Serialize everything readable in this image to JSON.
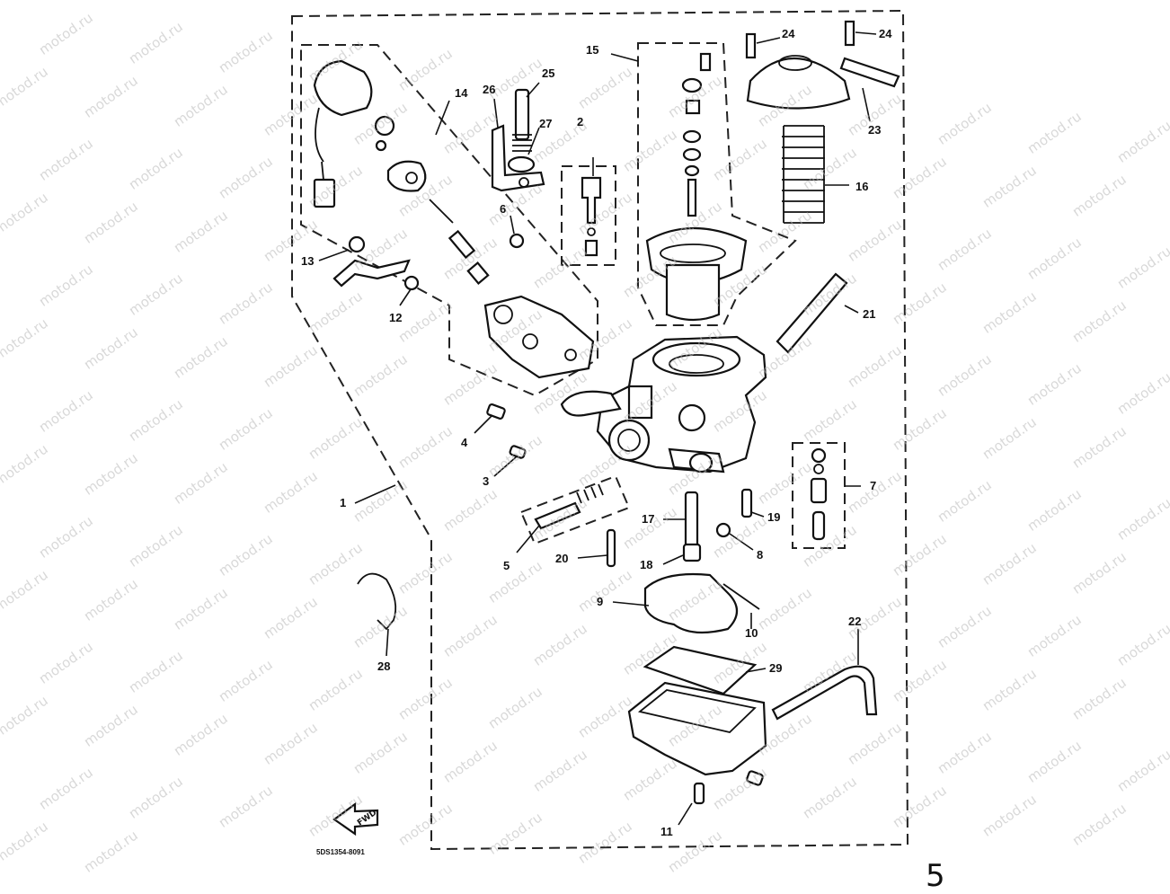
{
  "watermark": "motod.ru",
  "code_label": "5DS1354-8091",
  "fwd_label": "FWD",
  "corner_mark": "5",
  "callouts": [
    {
      "id": "1",
      "text": "1"
    },
    {
      "id": "2",
      "text": "2"
    },
    {
      "id": "3",
      "text": "3"
    },
    {
      "id": "4",
      "text": "4"
    },
    {
      "id": "5",
      "text": "5"
    },
    {
      "id": "6",
      "text": "6"
    },
    {
      "id": "7",
      "text": "7"
    },
    {
      "id": "8",
      "text": "8"
    },
    {
      "id": "9",
      "text": "9"
    },
    {
      "id": "10",
      "text": "10"
    },
    {
      "id": "11",
      "text": "11"
    },
    {
      "id": "12",
      "text": "12"
    },
    {
      "id": "13",
      "text": "13"
    },
    {
      "id": "14",
      "text": "14"
    },
    {
      "id": "15",
      "text": "15"
    },
    {
      "id": "16",
      "text": "16"
    },
    {
      "id": "17",
      "text": "17"
    },
    {
      "id": "18",
      "text": "18"
    },
    {
      "id": "19",
      "text": "19"
    },
    {
      "id": "20",
      "text": "20"
    },
    {
      "id": "21",
      "text": "21"
    },
    {
      "id": "22",
      "text": "22"
    },
    {
      "id": "23",
      "text": "23"
    },
    {
      "id": "24a",
      "text": "24"
    },
    {
      "id": "24b",
      "text": "24"
    },
    {
      "id": "25",
      "text": "25"
    },
    {
      "id": "26",
      "text": "26"
    },
    {
      "id": "27",
      "text": "27"
    },
    {
      "id": "28",
      "text": "28"
    },
    {
      "id": "29",
      "text": "29"
    }
  ]
}
